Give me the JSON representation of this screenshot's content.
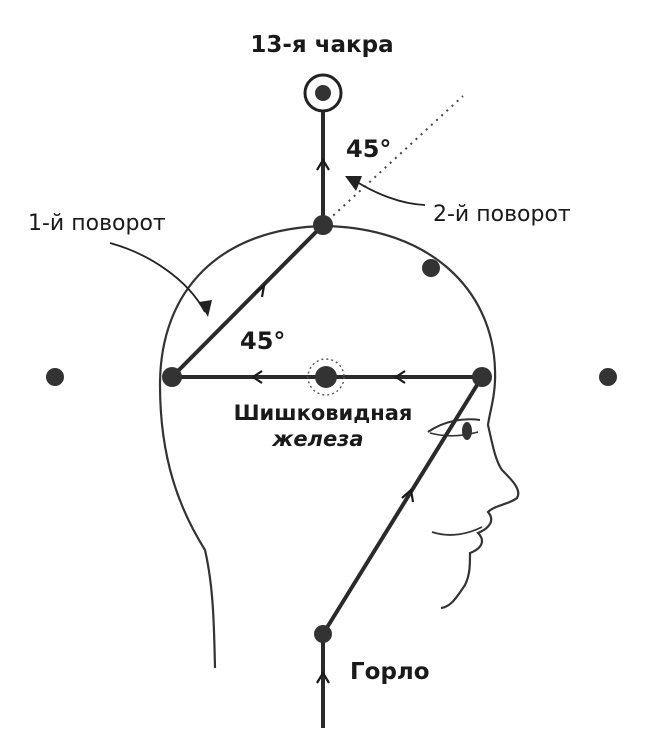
{
  "labels": {
    "chakra13": "13-я чакра",
    "angle_top": "45°",
    "turn2": "2-й поворот",
    "turn1": "1-й поворот",
    "angle_mid": "45°",
    "pineal_line1": "Шишковидная",
    "pineal_line2": "железа",
    "throat": "Горло"
  },
  "colors": {
    "ink": "#1a1a1a",
    "line": "#2a2a2a",
    "dot": "#333333"
  }
}
